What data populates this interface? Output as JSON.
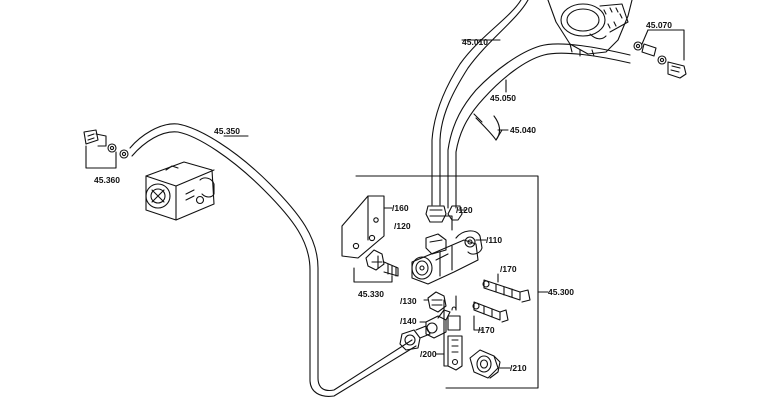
{
  "diagram": {
    "line_color": "#111111",
    "background": "#ffffff",
    "callouts": {
      "c45010": "45.010",
      "c45070": "45.070",
      "c45050": "45.050",
      "c45040": "45.040",
      "c45350": "45.350",
      "c45360": "45.360",
      "c45330": "45.330",
      "c45300": "45.300",
      "c160": "/160",
      "c120a": "/120",
      "c120b": "/120",
      "c110": "/110",
      "c170a": "/170",
      "c170b": "/170",
      "c130": "/130",
      "c140": "/140",
      "c200": "/200",
      "c210": "/210"
    }
  }
}
